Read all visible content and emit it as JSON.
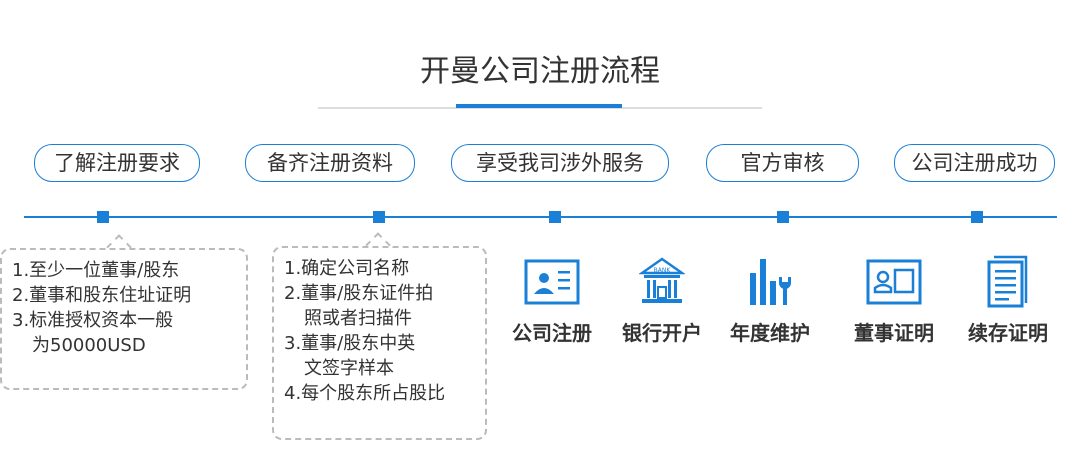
{
  "title": "开曼公司注册流程",
  "steps": [
    "了解注册要求",
    "备齐注册资料",
    "享受我司涉外服务",
    "官方审核",
    "公司注册成功"
  ],
  "requirements": [
    "1.至少一位董事/股东",
    "2.董事和股东住址证明",
    "3.标准授权资本一般",
    "为50000USD"
  ],
  "documents": [
    "1.确定公司名称",
    "2.董事/股东证件拍",
    "照或者扫描件",
    "3.董事/股东中英",
    "文签字样本",
    "4.每个股东所占股比"
  ],
  "services": [
    {
      "label": "公司注册",
      "icon": "id-card-icon"
    },
    {
      "label": "银行开户",
      "icon": "bank-icon",
      "icon_text": "BANK"
    },
    {
      "label": "年度维护",
      "icon": "chart-wrench-icon"
    },
    {
      "label": "董事证明",
      "icon": "certificate-icon"
    },
    {
      "label": "续存证明",
      "icon": "document-icon"
    }
  ],
  "colors": {
    "accent": "#1a7fd6",
    "text": "#333333",
    "border": "#bbbbbb"
  }
}
